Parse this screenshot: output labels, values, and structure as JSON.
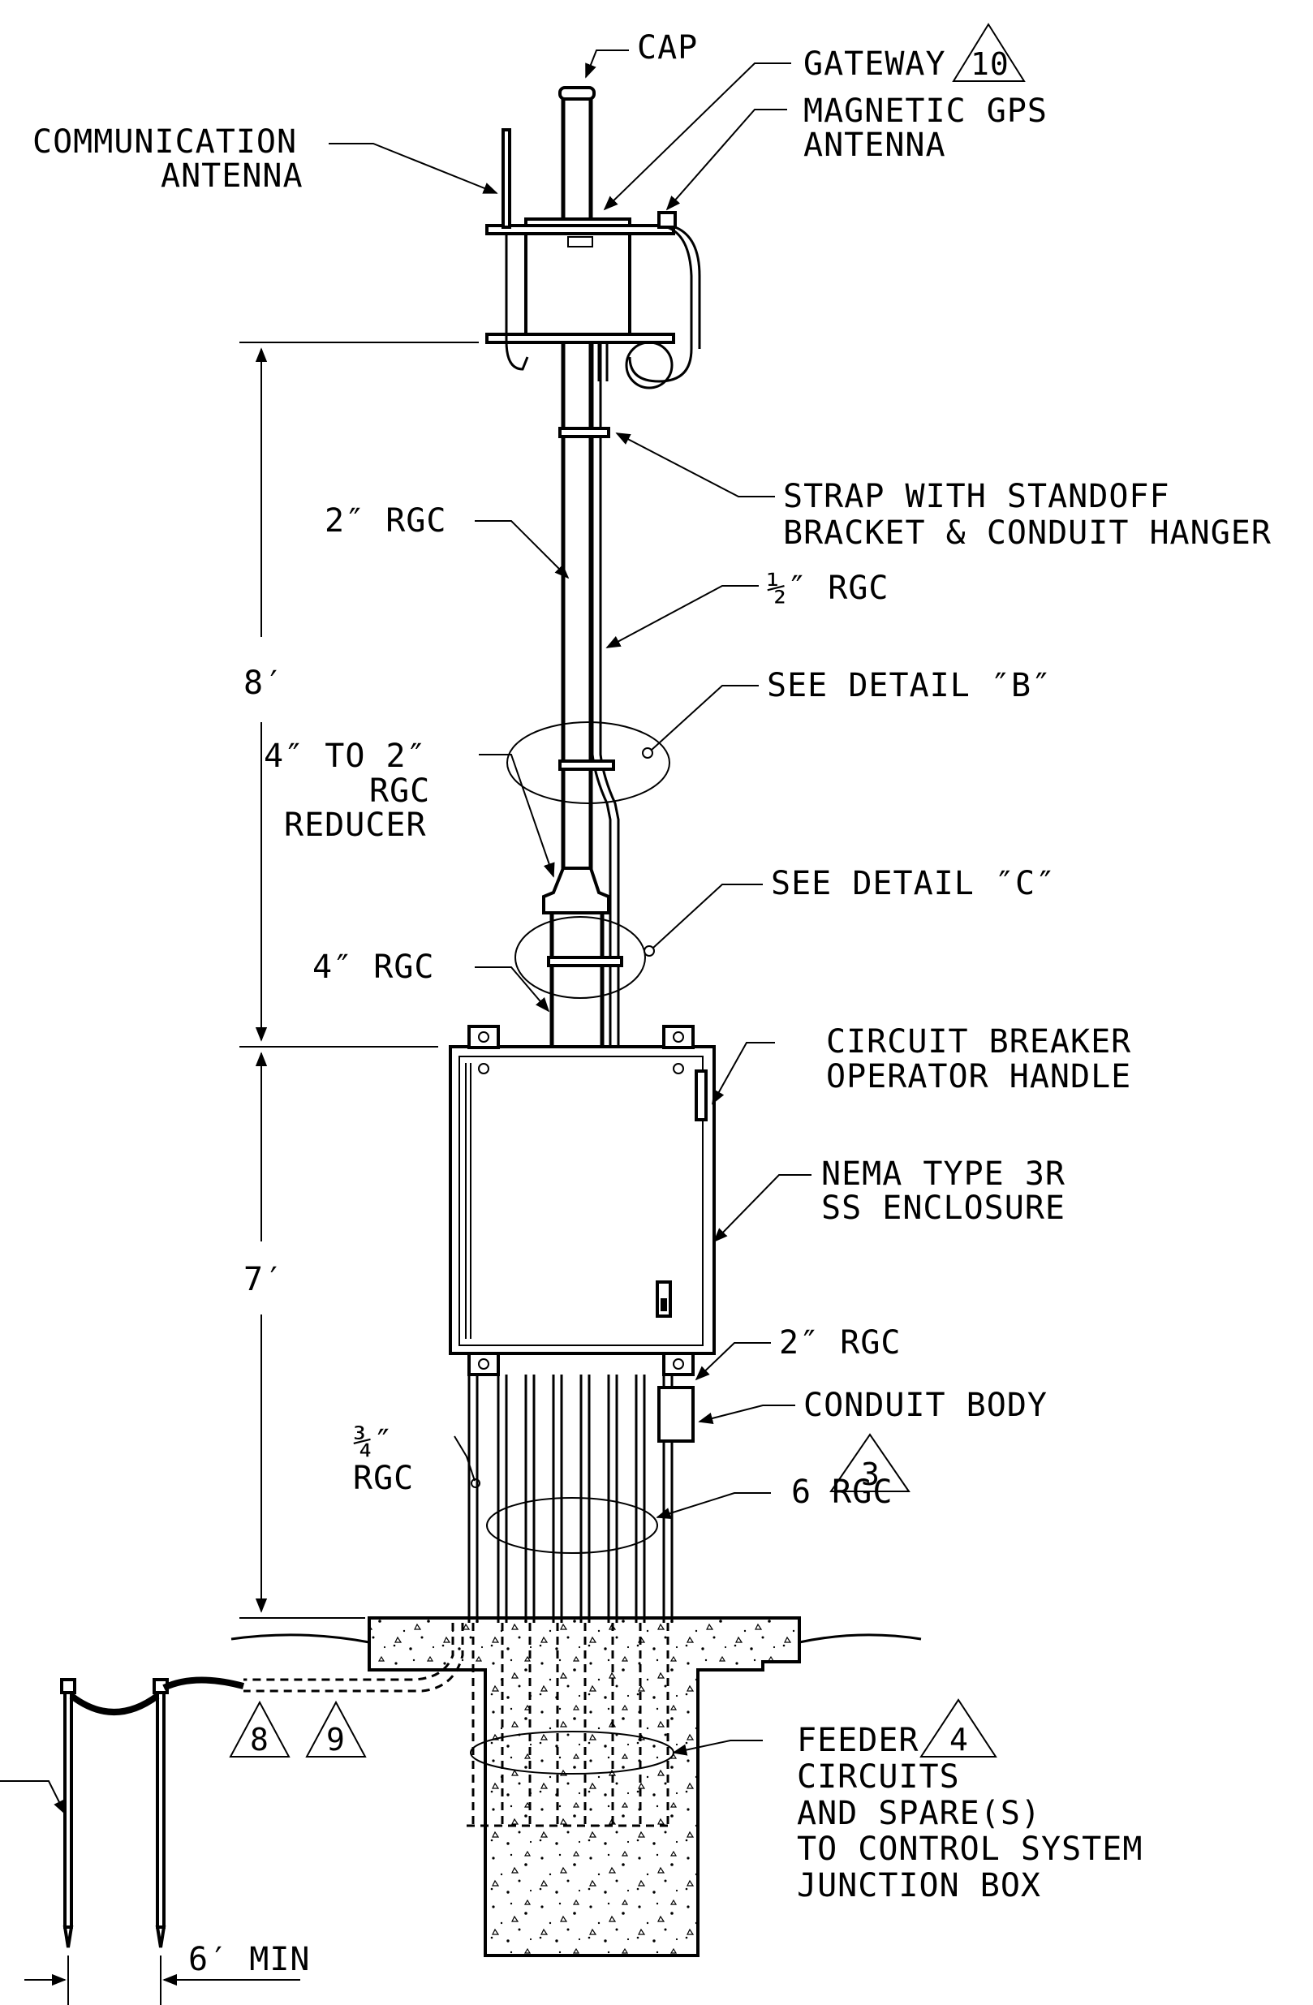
{
  "labels": {
    "cap": "CAP",
    "gateway": "GATEWAY",
    "gateway_tag": "10",
    "communication_l1": "COMMUNICATION",
    "communication_l2": "ANTENNA",
    "magnetic_l1": "MAGNETIC GPS",
    "magnetic_l2": "ANTENNA",
    "strap_l1": "STRAP WITH STANDOFF",
    "strap_l2": "BRACKET & CONDUIT HANGER",
    "rgc_2in_upper": "2″ RGC",
    "rgc_half": "½″ RGC",
    "dim_8ft": "8′",
    "see_detail_b": "SEE DETAIL ″B″",
    "reducer_l1": "4″ TO 2″",
    "reducer_l2": "RGC",
    "reducer_l3": "REDUCER",
    "see_detail_c": "SEE DETAIL ″C″",
    "rgc_4in": "4″ RGC",
    "breaker_l1": "CIRCUIT BREAKER",
    "breaker_l2": "OPERATOR HANDLE",
    "nema_l1": "NEMA TYPE 3R",
    "nema_l2": "SS ENCLOSURE",
    "dim_7ft": "7′",
    "rgc_2in_lower": "2″ RGC",
    "conduit_body": "CONDUIT BODY",
    "rgc_three_quarter_l1": "¾″",
    "rgc_three_quarter_l2": "RGC",
    "six_rgc": "6 RGC",
    "six_rgc_tag": "3",
    "tag_8": "8",
    "tag_9": "9",
    "feeder_l1": "FEEDER",
    "feeder_tag": "4",
    "feeder_l2": "CIRCUITS",
    "feeder_l3": "AND SPARE(S)",
    "feeder_l4": "TO CONTROL SYSTEM",
    "feeder_l5": "JUNCTION BOX",
    "min_6ft": "6′ MIN"
  }
}
